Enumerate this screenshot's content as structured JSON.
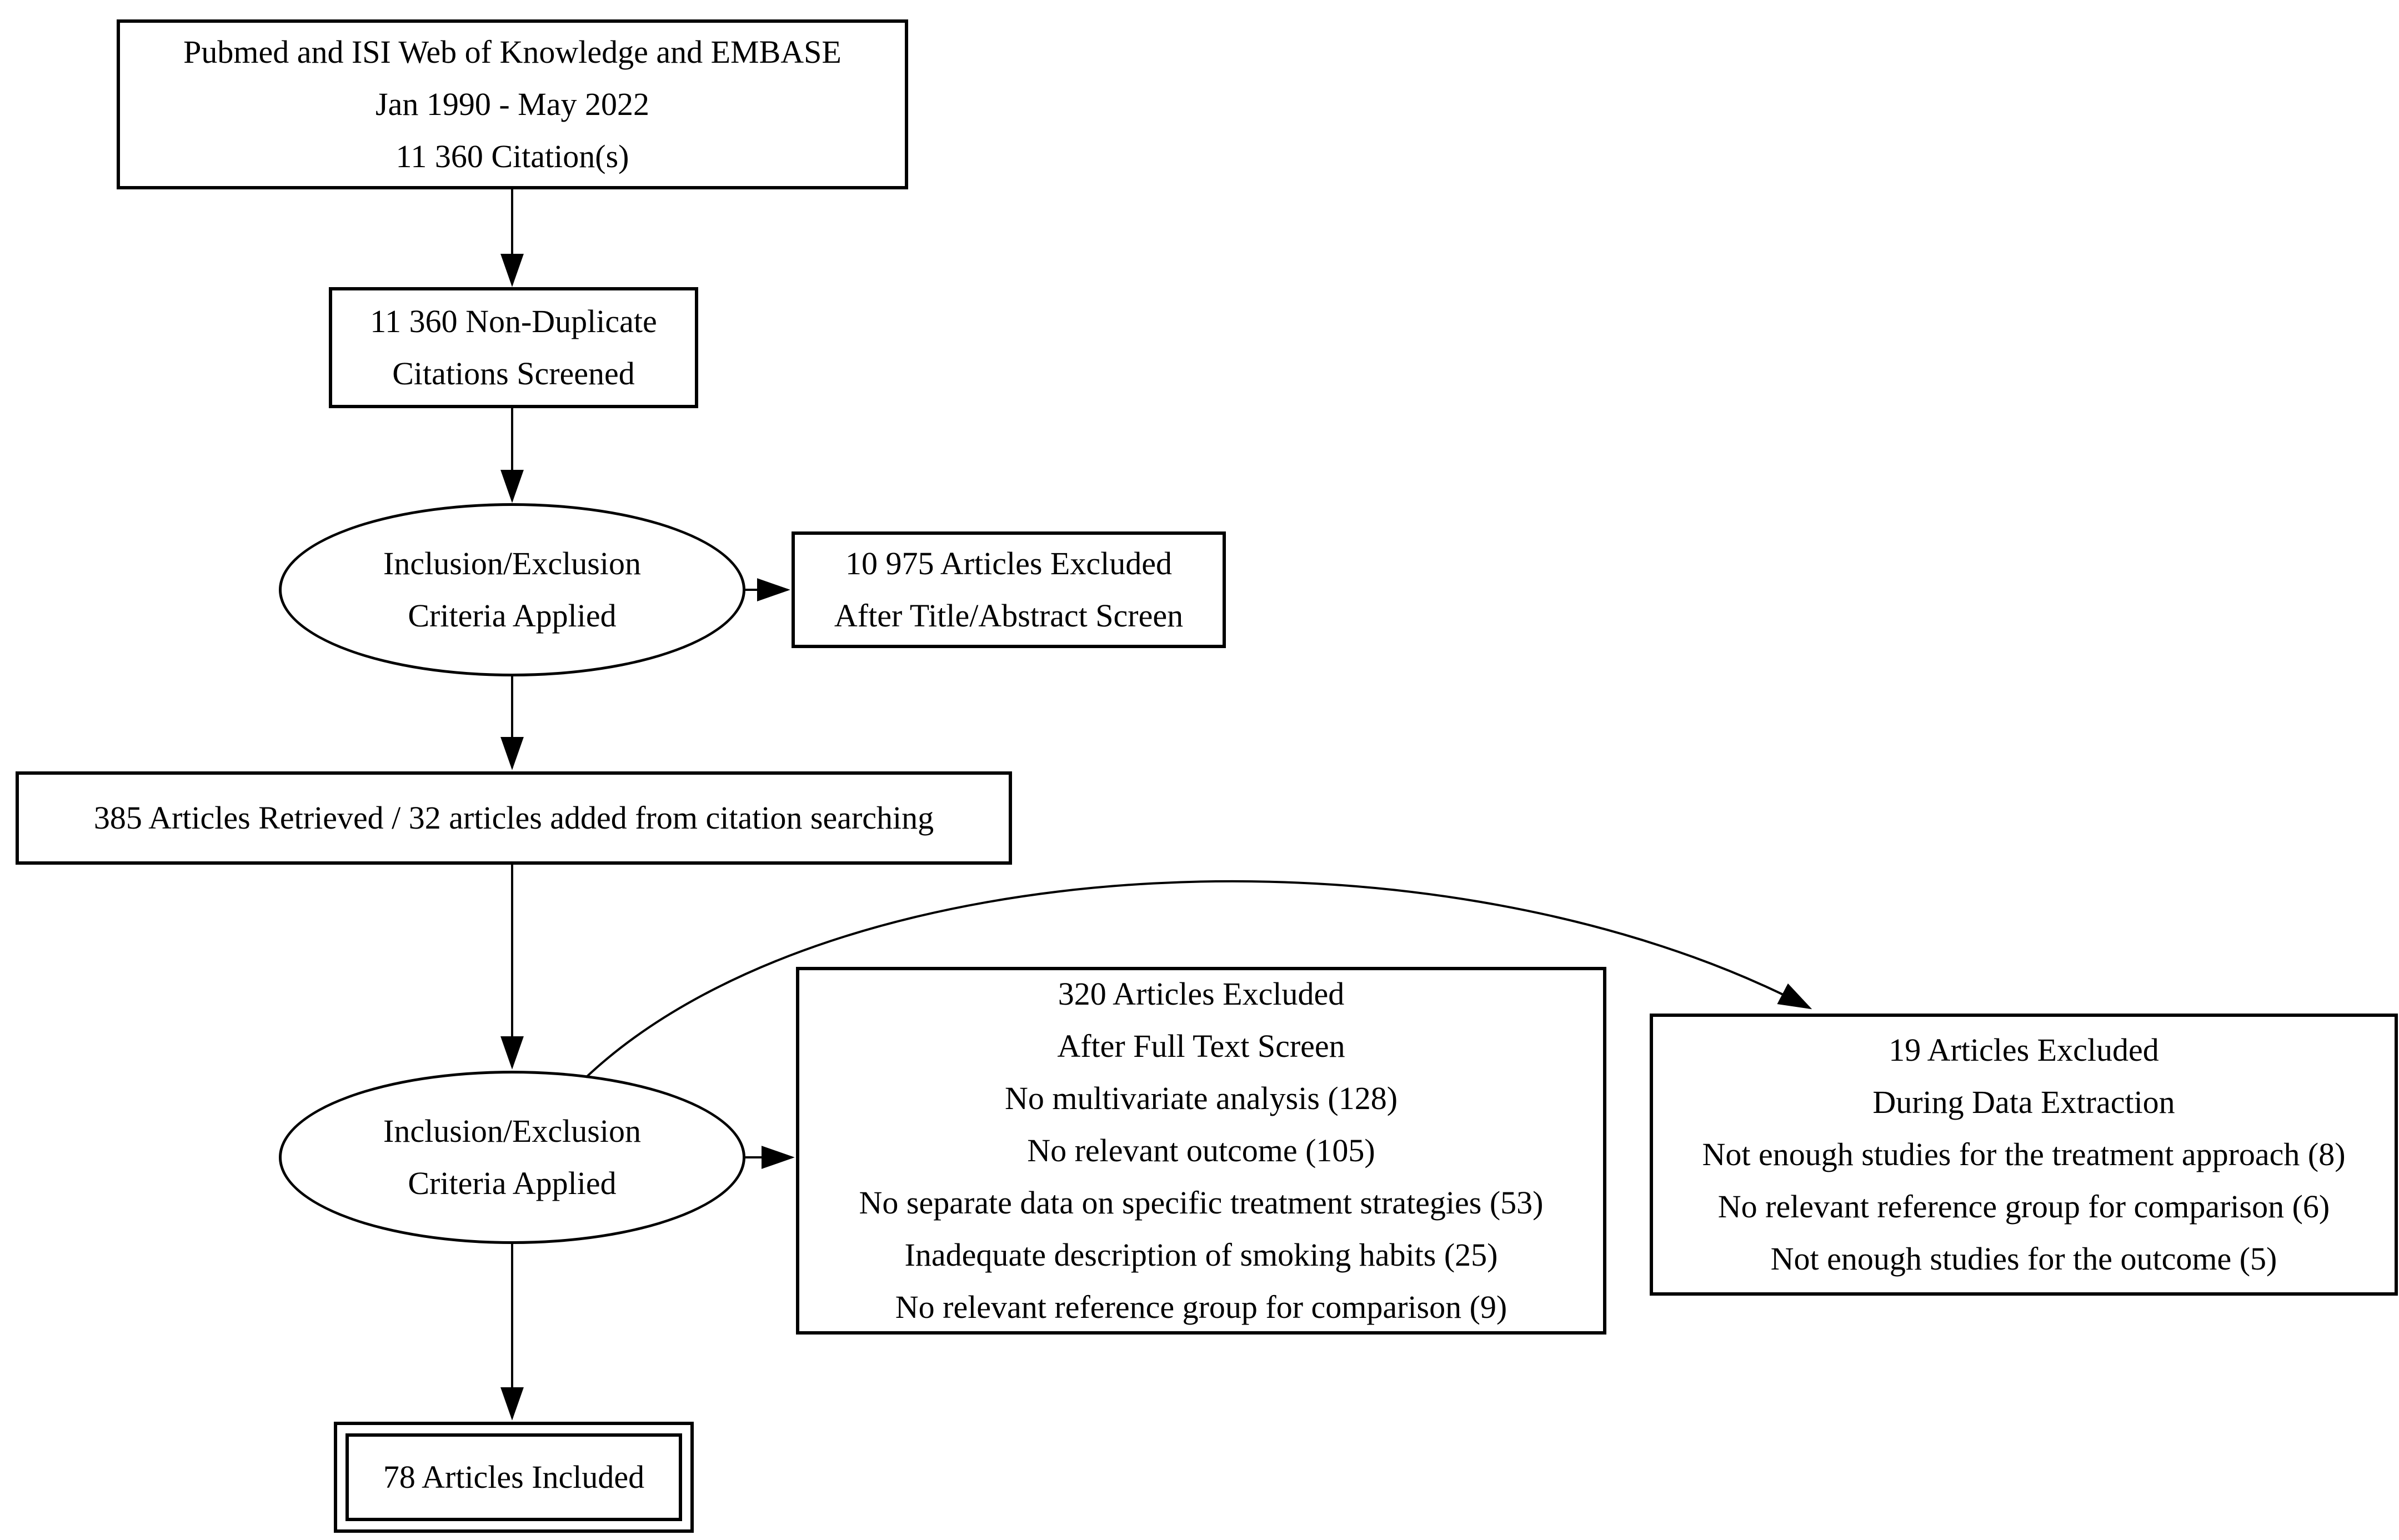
{
  "diagram": {
    "colors": {
      "stroke": "#000000",
      "background": "#ffffff"
    },
    "nodes": {
      "sources": {
        "shape": "box",
        "lines": [
          "Pubmed and ISI Web of Knowledge and EMBASE",
          "Jan 1990 - May 2022",
          "11 360 Citation(s)"
        ]
      },
      "screened": {
        "shape": "box",
        "lines": [
          "11 360 Non-Duplicate",
          "Citations Screened"
        ]
      },
      "criteria_applied_1": {
        "shape": "ellipse",
        "lines": [
          "Inclusion/Exclusion",
          "Criteria Applied"
        ]
      },
      "excluded_title_abstract": {
        "shape": "box",
        "lines": [
          "10 975 Articles Excluded",
          "After Title/Abstract Screen"
        ]
      },
      "retrieved": {
        "shape": "box",
        "lines": [
          "385 Articles Retrieved / 32 articles added from citation searching"
        ]
      },
      "criteria_applied_2": {
        "shape": "ellipse",
        "lines": [
          "Inclusion/Exclusion",
          "Criteria Applied"
        ]
      },
      "excluded_full_text": {
        "shape": "box",
        "lines": [
          "320 Articles Excluded",
          "After Full Text Screen",
          "No multivariate analysis (128)",
          "No relevant outcome (105)",
          "No separate data on specific treatment strategies (53)",
          "Inadequate description of smoking habits (25)",
          "No relevant reference group for comparison (9)"
        ]
      },
      "excluded_data_extraction": {
        "shape": "box",
        "lines": [
          "19 Articles Excluded",
          "During Data Extraction",
          "Not enough studies for the treatment approach (8)",
          "No relevant reference group for comparison (6)",
          "Not enough studies for the outcome (5)"
        ]
      },
      "included": {
        "shape": "double-box",
        "lines": [
          "78 Articles Included"
        ]
      }
    }
  }
}
